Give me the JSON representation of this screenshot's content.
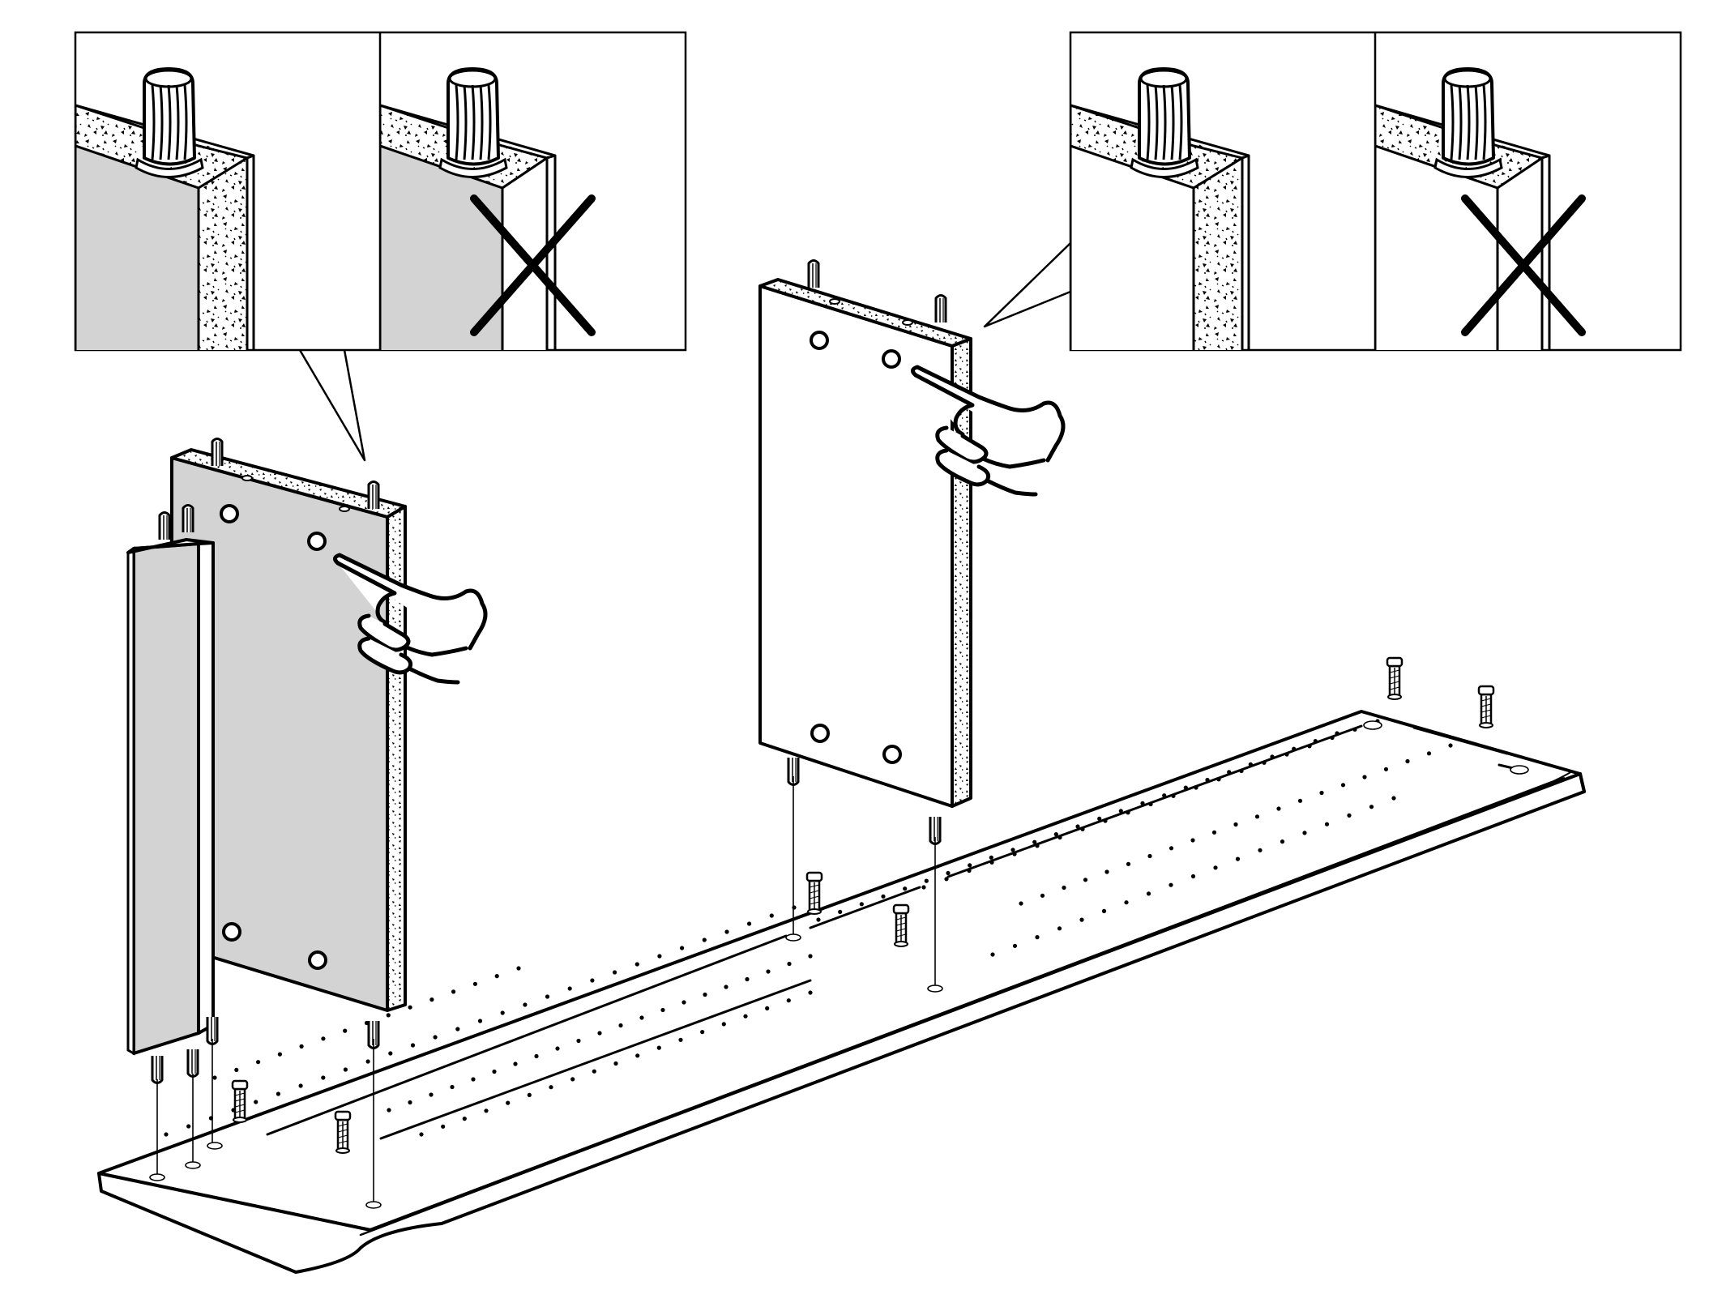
{
  "diagram": {
    "type": "assembly-instruction",
    "text": [],
    "colors": {
      "line": "#000000",
      "panel_face": "#d3d3d3",
      "background": "#ffffff"
    },
    "callouts": [
      {
        "name": "left-callout",
        "frames": [
          {
            "verdict": "correct"
          },
          {
            "verdict": "incorrect",
            "mark": "x-mark-icon"
          }
        ]
      },
      {
        "name": "right-callout",
        "frames": [
          {
            "verdict": "correct"
          },
          {
            "verdict": "incorrect",
            "mark": "x-mark-icon"
          }
        ]
      }
    ],
    "icons": [
      "hand-pointing-icon",
      "x-mark-icon",
      "wooden-dowel-icon",
      "cam-bolt-icon"
    ]
  }
}
